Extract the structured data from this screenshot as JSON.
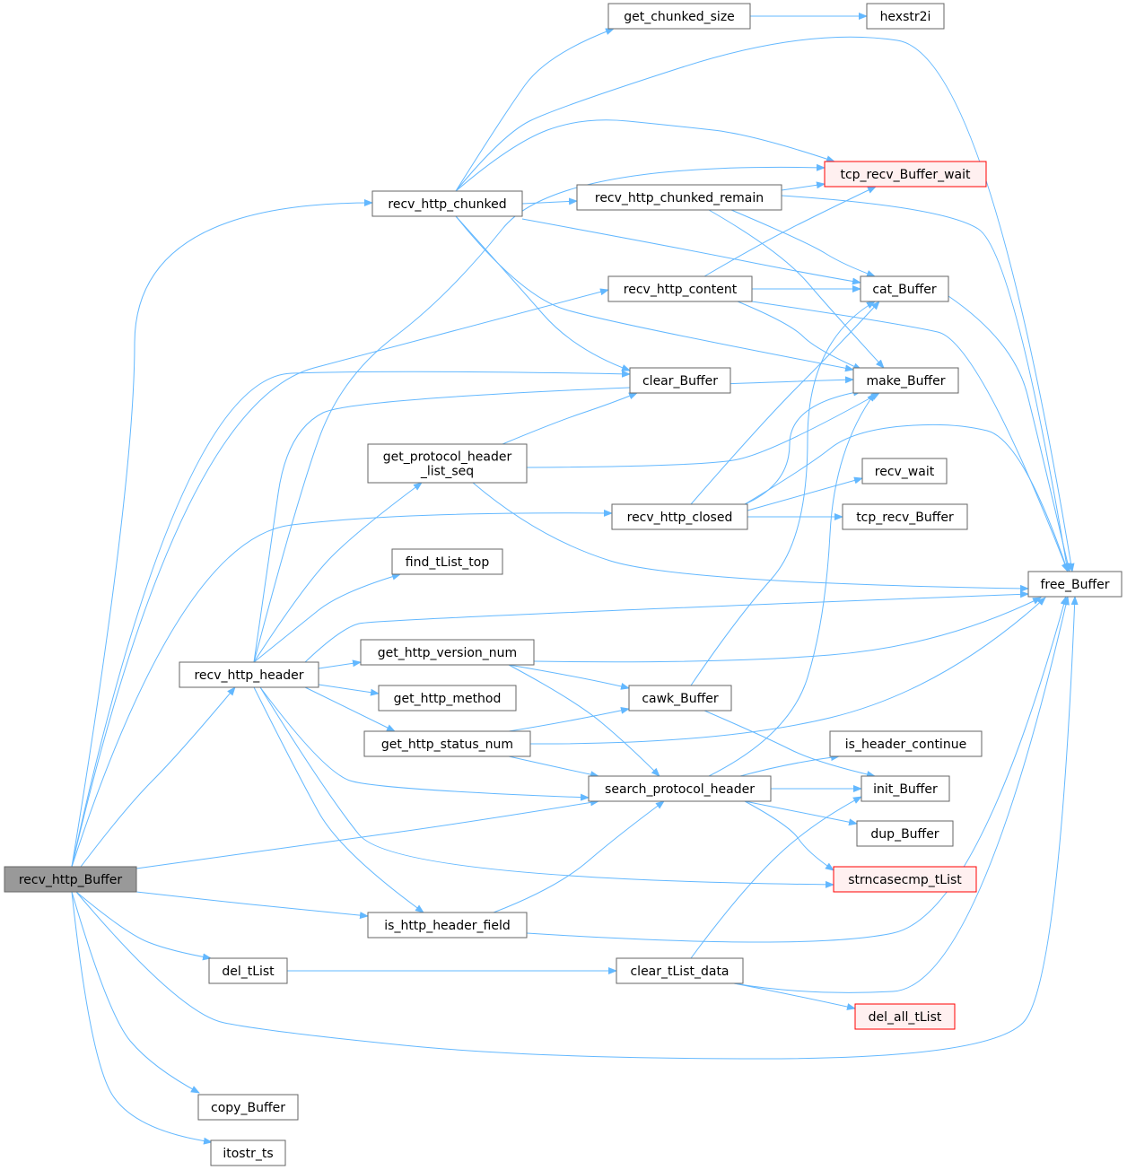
{
  "diagram": {
    "colors": {
      "edge": "#63b8ff",
      "node_fill": "#ffffff",
      "node_border": "#666666",
      "root_fill": "#999999",
      "root_border": "#666666",
      "incomplete_fill": "#fff0f0",
      "incomplete_border": "#ff0000"
    },
    "nodes": [
      {
        "id": "recv_http_Buffer",
        "lines": [
          "recv_http_Buffer"
        ],
        "kind": "root"
      },
      {
        "id": "recv_http_chunked",
        "lines": [
          "recv_http_chunked"
        ],
        "kind": "normal"
      },
      {
        "id": "get_chunked_size",
        "lines": [
          "get_chunked_size"
        ],
        "kind": "normal"
      },
      {
        "id": "hexstr2i",
        "lines": [
          "hexstr2i"
        ],
        "kind": "normal"
      },
      {
        "id": "tcp_recv_Buffer_wait",
        "lines": [
          "tcp_recv_Buffer_wait"
        ],
        "kind": "incomplete"
      },
      {
        "id": "recv_http_chunked_remain",
        "lines": [
          "recv_http_chunked_remain"
        ],
        "kind": "normal"
      },
      {
        "id": "recv_http_content",
        "lines": [
          "recv_http_content"
        ],
        "kind": "normal"
      },
      {
        "id": "cat_Buffer",
        "lines": [
          "cat_Buffer"
        ],
        "kind": "normal"
      },
      {
        "id": "clear_Buffer",
        "lines": [
          "clear_Buffer"
        ],
        "kind": "normal"
      },
      {
        "id": "make_Buffer",
        "lines": [
          "make_Buffer"
        ],
        "kind": "normal"
      },
      {
        "id": "get_protocol_header_list_seq",
        "lines": [
          "get_protocol_header",
          "_list_seq"
        ],
        "kind": "normal"
      },
      {
        "id": "recv_wait",
        "lines": [
          "recv_wait"
        ],
        "kind": "normal"
      },
      {
        "id": "recv_http_closed",
        "lines": [
          "recv_http_closed"
        ],
        "kind": "normal"
      },
      {
        "id": "tcp_recv_Buffer",
        "lines": [
          "tcp_recv_Buffer"
        ],
        "kind": "normal"
      },
      {
        "id": "find_tList_top",
        "lines": [
          "find_tList_top"
        ],
        "kind": "normal"
      },
      {
        "id": "free_Buffer",
        "lines": [
          "free_Buffer"
        ],
        "kind": "normal"
      },
      {
        "id": "get_http_version_num",
        "lines": [
          "get_http_version_num"
        ],
        "kind": "normal"
      },
      {
        "id": "recv_http_header",
        "lines": [
          "recv_http_header"
        ],
        "kind": "normal"
      },
      {
        "id": "get_http_method",
        "lines": [
          "get_http_method"
        ],
        "kind": "normal"
      },
      {
        "id": "cawk_Buffer",
        "lines": [
          "cawk_Buffer"
        ],
        "kind": "normal"
      },
      {
        "id": "get_http_status_num",
        "lines": [
          "get_http_status_num"
        ],
        "kind": "normal"
      },
      {
        "id": "is_header_continue",
        "lines": [
          "is_header_continue"
        ],
        "kind": "normal"
      },
      {
        "id": "search_protocol_header",
        "lines": [
          "search_protocol_header"
        ],
        "kind": "normal"
      },
      {
        "id": "init_Buffer",
        "lines": [
          "init_Buffer"
        ],
        "kind": "normal"
      },
      {
        "id": "dup_Buffer",
        "lines": [
          "dup_Buffer"
        ],
        "kind": "normal"
      },
      {
        "id": "strncasecmp_tList",
        "lines": [
          "strncasecmp_tList"
        ],
        "kind": "incomplete"
      },
      {
        "id": "is_http_header_field",
        "lines": [
          "is_http_header_field"
        ],
        "kind": "normal"
      },
      {
        "id": "del_tList",
        "lines": [
          "del_tList"
        ],
        "kind": "normal"
      },
      {
        "id": "clear_tList_data",
        "lines": [
          "clear_tList_data"
        ],
        "kind": "normal"
      },
      {
        "id": "del_all_tList",
        "lines": [
          "del_all_tList"
        ],
        "kind": "incomplete"
      },
      {
        "id": "copy_Buffer",
        "lines": [
          "copy_Buffer"
        ],
        "kind": "normal"
      },
      {
        "id": "itostr_ts",
        "lines": [
          "itostr_ts"
        ],
        "kind": "normal"
      }
    ],
    "edges": [
      {
        "from": "recv_http_Buffer",
        "to": "recv_http_chunked"
      },
      {
        "from": "recv_http_Buffer",
        "to": "recv_http_content"
      },
      {
        "from": "recv_http_Buffer",
        "to": "clear_Buffer"
      },
      {
        "from": "recv_http_Buffer",
        "to": "recv_http_closed"
      },
      {
        "from": "recv_http_Buffer",
        "to": "recv_http_header"
      },
      {
        "from": "recv_http_Buffer",
        "to": "search_protocol_header"
      },
      {
        "from": "recv_http_Buffer",
        "to": "is_http_header_field"
      },
      {
        "from": "recv_http_Buffer",
        "to": "del_tList"
      },
      {
        "from": "recv_http_Buffer",
        "to": "free_Buffer"
      },
      {
        "from": "recv_http_Buffer",
        "to": "copy_Buffer"
      },
      {
        "from": "recv_http_Buffer",
        "to": "itostr_ts"
      },
      {
        "from": "recv_http_chunked",
        "to": "get_chunked_size"
      },
      {
        "from": "recv_http_chunked",
        "to": "tcp_recv_Buffer_wait"
      },
      {
        "from": "recv_http_chunked",
        "to": "free_Buffer"
      },
      {
        "from": "recv_http_chunked",
        "to": "recv_http_chunked_remain"
      },
      {
        "from": "recv_http_chunked",
        "to": "cat_Buffer"
      },
      {
        "from": "recv_http_chunked",
        "to": "clear_Buffer"
      },
      {
        "from": "recv_http_chunked",
        "to": "make_Buffer"
      },
      {
        "from": "get_chunked_size",
        "to": "hexstr2i"
      },
      {
        "from": "recv_http_chunked_remain",
        "to": "tcp_recv_Buffer_wait"
      },
      {
        "from": "recv_http_chunked_remain",
        "to": "cat_Buffer"
      },
      {
        "from": "recv_http_chunked_remain",
        "to": "make_Buffer"
      },
      {
        "from": "recv_http_chunked_remain",
        "to": "free_Buffer"
      },
      {
        "from": "recv_http_content",
        "to": "tcp_recv_Buffer_wait"
      },
      {
        "from": "recv_http_content",
        "to": "cat_Buffer"
      },
      {
        "from": "recv_http_content",
        "to": "make_Buffer"
      },
      {
        "from": "recv_http_content",
        "to": "free_Buffer"
      },
      {
        "from": "cat_Buffer",
        "to": "free_Buffer"
      },
      {
        "from": "get_protocol_header_list_seq",
        "to": "clear_Buffer"
      },
      {
        "from": "get_protocol_header_list_seq",
        "to": "make_Buffer"
      },
      {
        "from": "get_protocol_header_list_seq",
        "to": "free_Buffer"
      },
      {
        "from": "recv_http_closed",
        "to": "cat_Buffer"
      },
      {
        "from": "recv_http_closed",
        "to": "make_Buffer"
      },
      {
        "from": "recv_http_closed",
        "to": "recv_wait"
      },
      {
        "from": "recv_http_closed",
        "to": "tcp_recv_Buffer"
      },
      {
        "from": "recv_http_closed",
        "to": "free_Buffer"
      },
      {
        "from": "recv_http_header",
        "to": "tcp_recv_Buffer_wait"
      },
      {
        "from": "recv_http_header",
        "to": "make_Buffer"
      },
      {
        "from": "recv_http_header",
        "to": "get_protocol_header_list_seq"
      },
      {
        "from": "recv_http_header",
        "to": "find_tList_top"
      },
      {
        "from": "recv_http_header",
        "to": "free_Buffer"
      },
      {
        "from": "recv_http_header",
        "to": "get_http_version_num"
      },
      {
        "from": "recv_http_header",
        "to": "get_http_method"
      },
      {
        "from": "recv_http_header",
        "to": "get_http_status_num"
      },
      {
        "from": "recv_http_header",
        "to": "search_protocol_header"
      },
      {
        "from": "recv_http_header",
        "to": "strncasecmp_tList"
      },
      {
        "from": "recv_http_header",
        "to": "is_http_header_field"
      },
      {
        "from": "get_http_version_num",
        "to": "free_Buffer"
      },
      {
        "from": "get_http_version_num",
        "to": "cawk_Buffer"
      },
      {
        "from": "get_http_version_num",
        "to": "search_protocol_header"
      },
      {
        "from": "get_http_status_num",
        "to": "cawk_Buffer"
      },
      {
        "from": "get_http_status_num",
        "to": "free_Buffer"
      },
      {
        "from": "get_http_status_num",
        "to": "search_protocol_header"
      },
      {
        "from": "cawk_Buffer",
        "to": "cat_Buffer"
      },
      {
        "from": "cawk_Buffer",
        "to": "init_Buffer"
      },
      {
        "from": "search_protocol_header",
        "to": "make_Buffer"
      },
      {
        "from": "search_protocol_header",
        "to": "is_header_continue"
      },
      {
        "from": "search_protocol_header",
        "to": "init_Buffer"
      },
      {
        "from": "search_protocol_header",
        "to": "dup_Buffer"
      },
      {
        "from": "search_protocol_header",
        "to": "strncasecmp_tList"
      },
      {
        "from": "is_http_header_field",
        "to": "search_protocol_header"
      },
      {
        "from": "is_http_header_field",
        "to": "free_Buffer"
      },
      {
        "from": "del_tList",
        "to": "clear_tList_data"
      },
      {
        "from": "clear_tList_data",
        "to": "init_Buffer"
      },
      {
        "from": "clear_tList_data",
        "to": "free_Buffer"
      },
      {
        "from": "clear_tList_data",
        "to": "del_all_tList"
      }
    ]
  }
}
